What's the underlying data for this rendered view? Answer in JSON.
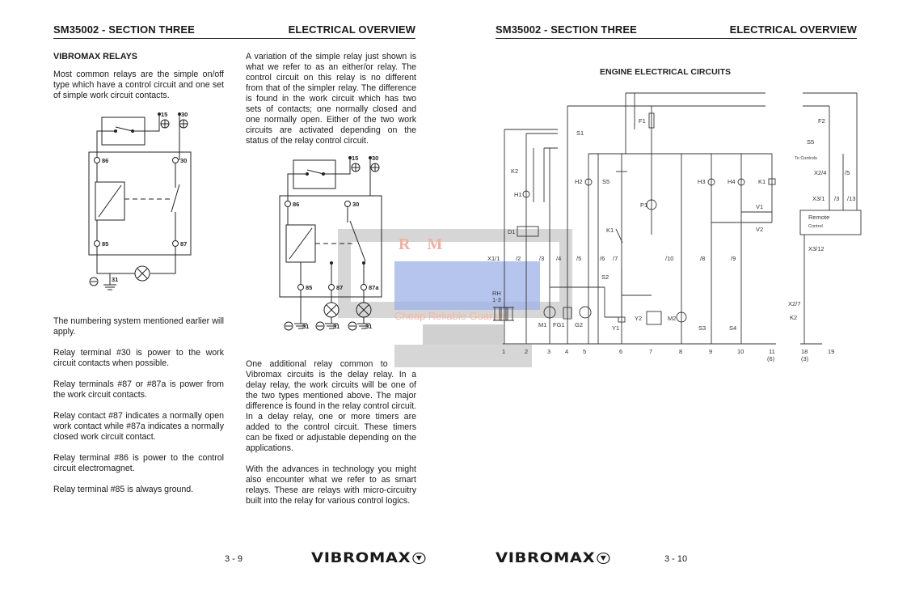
{
  "left_page": {
    "header_left": "SM35002 - SECTION THREE",
    "header_right": "ELECTRICAL OVERVIEW",
    "heading": "VIBROMAX RELAYS",
    "col1": [
      "Most common relays are the simple on/off type which have a control circuit and one set of simple work circuit contacts.",
      "The numbering system mentioned earlier will apply.",
      "Relay terminal #30 is power to the work circuit contacts when possible.",
      "Relay terminals #87 or #87a is power from the work circuit contacts.",
      "Relay contact #87 indicates a normally open work contact while #87a indicates a normally closed work circuit contact.",
      "Relay terminal #86 is power to the control circuit electromagnet.",
      "Relay terminal #85 is always ground."
    ],
    "col2": [
      "A variation of the simple relay just shown is what we refer to as an either/or relay. The control circuit on this relay is no different from that of the simpler relay. The difference is found in the work circuit which has two sets of contacts; one normally closed and one normally open. Either of the two work circuits are activated depending on the status of the relay control circuit.",
      "One additional relay common to some Vibromax circuits is the delay relay. In a delay relay, the work circuits will be one of the two types mentioned above. The major difference is found in the relay control circuit. In a delay relay, one or more timers are added to the control circuit. These timers can be fixed or adjustable depending on the applications.",
      "With the advances in technology you might also encounter what we refer to as smart relays. These are relays with micro-circuitry built into the relay for various control logics."
    ],
    "relay1_labels": [
      "15",
      "30",
      "86",
      "30",
      "85",
      "87",
      "31"
    ],
    "relay2_labels": [
      "15",
      "30",
      "86",
      "30",
      "85",
      "87",
      "87a",
      "31",
      "31",
      "31"
    ],
    "page_number": "3 - 9",
    "logo": "VIBROMAX"
  },
  "right_page": {
    "header_left": "SM35002 - SECTION THREE",
    "header_right": "ELECTRICAL OVERVIEW",
    "diagram_title": "ENGINE ELECTRICAL CIRCUITS",
    "diagram_labels": [
      "F1",
      "S1",
      "K2",
      "H1",
      "H2",
      "S5",
      "P1",
      "H3",
      "H4",
      "K1",
      "V1",
      "V2",
      "D1",
      "K1",
      "X1/1",
      "/2",
      "/3",
      "/4",
      "/5",
      "/6",
      "/7",
      "/10",
      "/8",
      "/9",
      "S2",
      "RH",
      "1-3",
      "M1",
      "FG1",
      "G2",
      "Y1",
      "Y2",
      "M2",
      "S3",
      "S4",
      "1",
      "2",
      "3",
      "4",
      "5",
      "6",
      "7",
      "8",
      "9",
      "10",
      "11",
      "(6)",
      "F2",
      "S5",
      "To Controls",
      "X2/4",
      "X3/1",
      "/5",
      "/3",
      "/13",
      "Remote",
      "Control",
      "X3/12",
      "X2/7",
      "K2",
      "18",
      "19",
      "(3)"
    ],
    "page_number": "3 - 10",
    "logo": "VIBROMAX"
  },
  "watermark": {
    "text_top": "R M",
    "text_bottom": "Cheap Reliable Guarantee"
  },
  "colors": {
    "ink": "#1a1a1a",
    "watermark_gray": "#c8c8c8",
    "watermark_blue": "#8fa6e0",
    "watermark_red": "#f2b8a8"
  }
}
